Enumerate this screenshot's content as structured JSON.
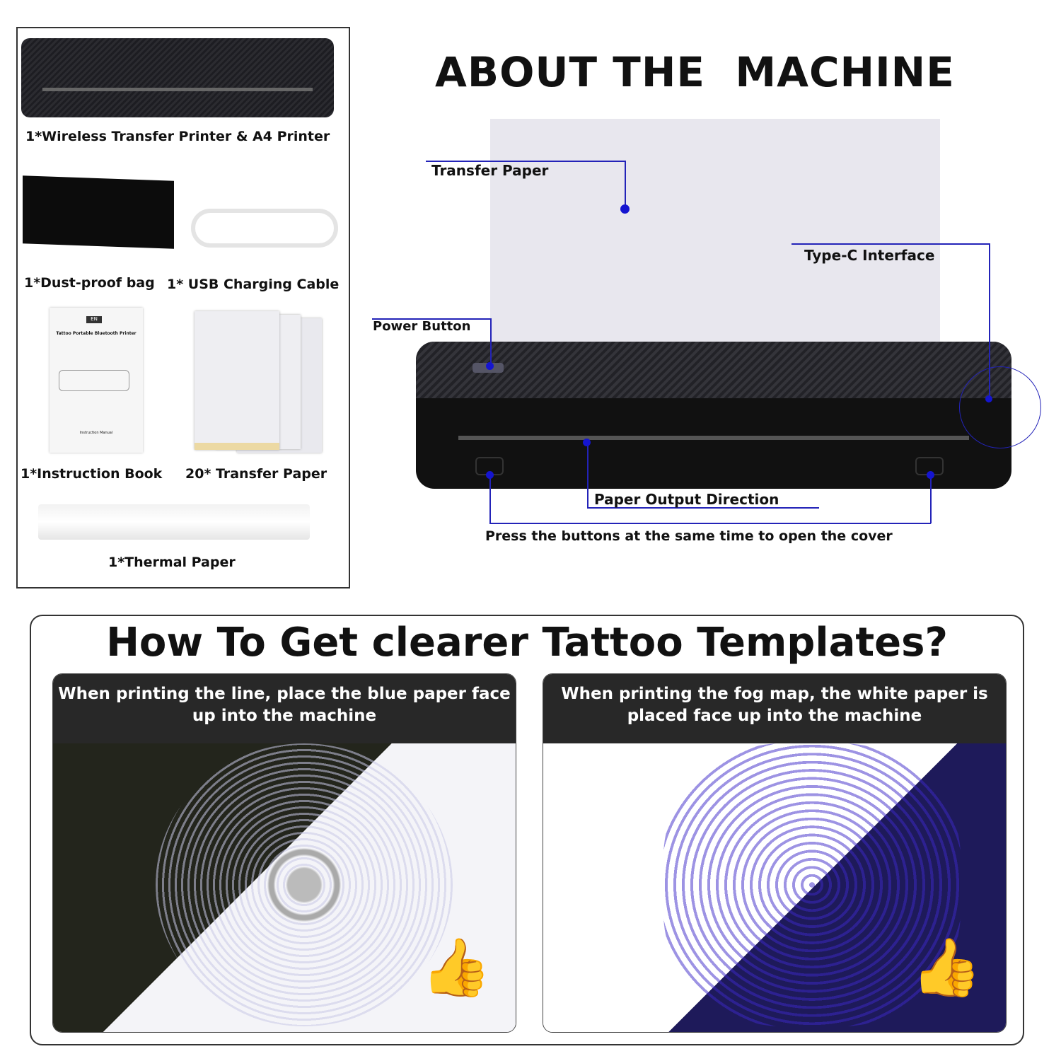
{
  "contents": {
    "printer_label": "1*Wireless Transfer Printer & A4 Printer",
    "bag_label": "1*Dust-proof bag",
    "cable_label": "1* USB Charging Cable",
    "book_label": "1*Instruction Book",
    "book_cover": {
      "lang": "EN",
      "title": "Tattoo Portable Bluetooth Printer",
      "subtitle": "Instruction Manual"
    },
    "transfer_label": "20* Transfer Paper",
    "thermal_label": "1*Thermal Paper"
  },
  "machine": {
    "title": "ABOUT THE  MACHINE",
    "callouts": {
      "transfer_paper": "Transfer Paper",
      "type_c": "Type-C Interface",
      "power": "Power Button",
      "output": "Paper Output Direction",
      "buttons": "Press the buttons at the same time to open the cover"
    },
    "accent": "#2323b8"
  },
  "tips": {
    "title": "How To Get clearer Tattoo Templates?",
    "left": "When printing the line, place the blue paper face up into the machine",
    "right": "When printing the fog map, the white paper is placed face up into the machine"
  }
}
